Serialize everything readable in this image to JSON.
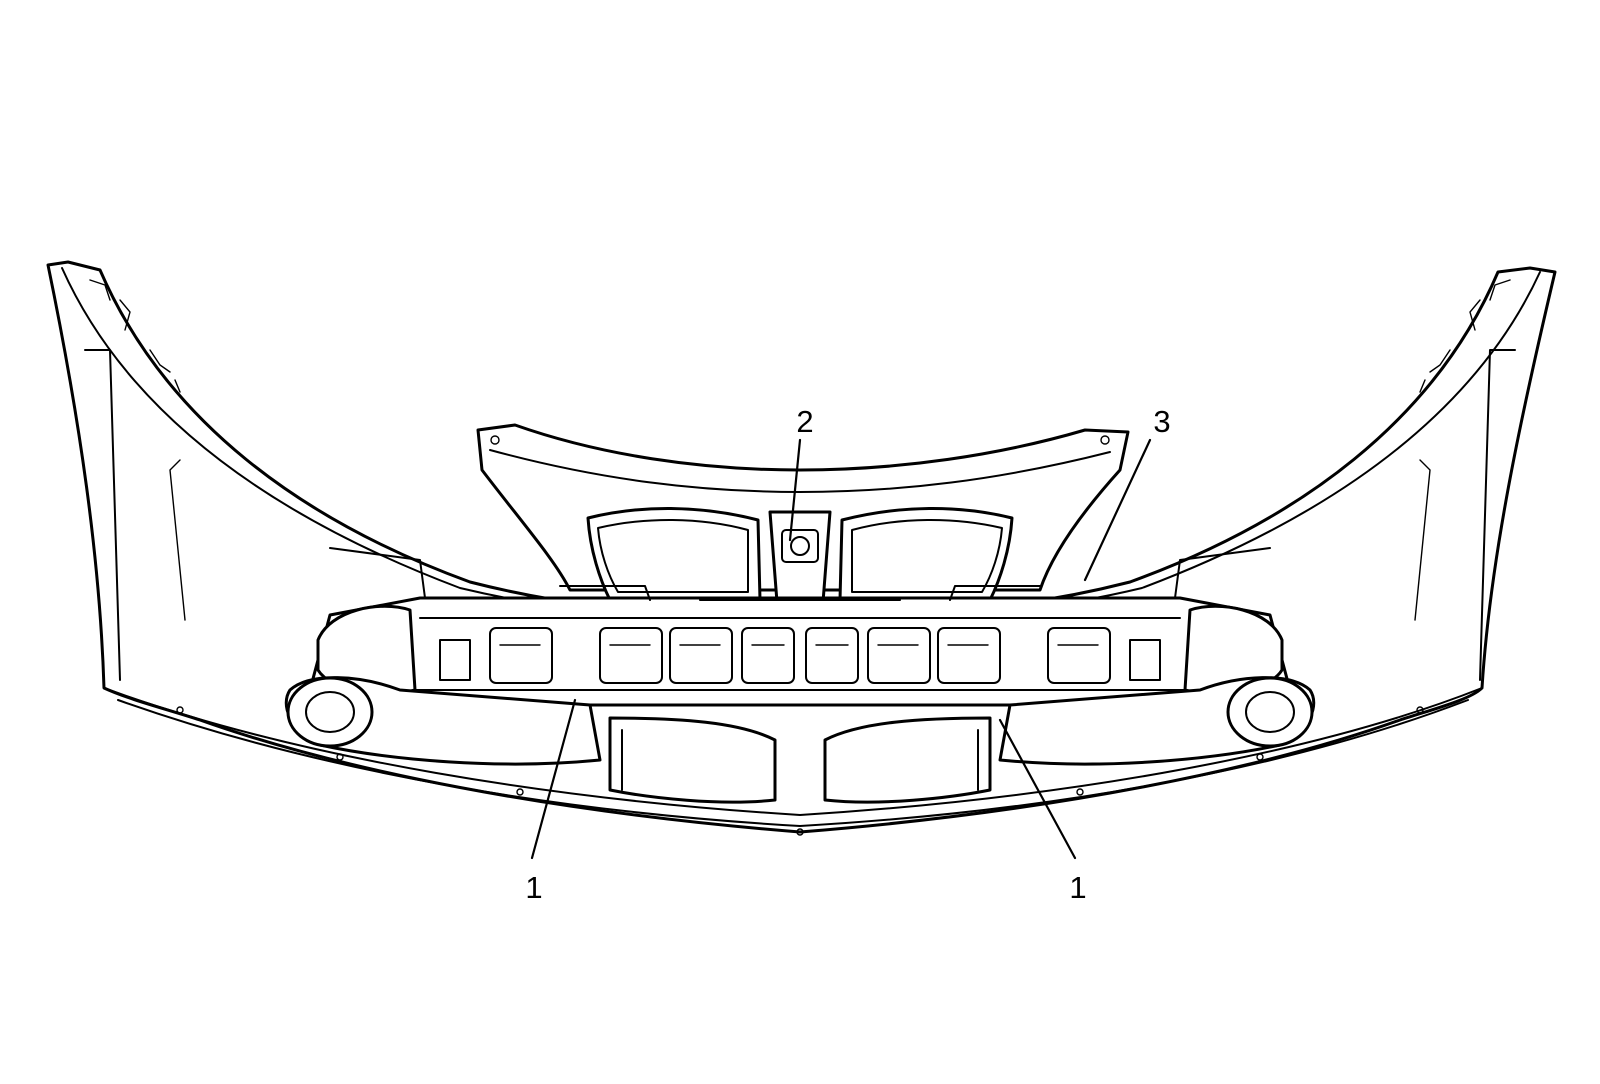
{
  "callouts": [
    {
      "id": "left-bottom",
      "text": "1"
    },
    {
      "id": "top-center",
      "text": "2"
    },
    {
      "id": "top-right",
      "text": "3"
    },
    {
      "id": "right-bottom",
      "text": "1"
    }
  ],
  "colors": {
    "line": "#000000",
    "background": "#ffffff"
  }
}
